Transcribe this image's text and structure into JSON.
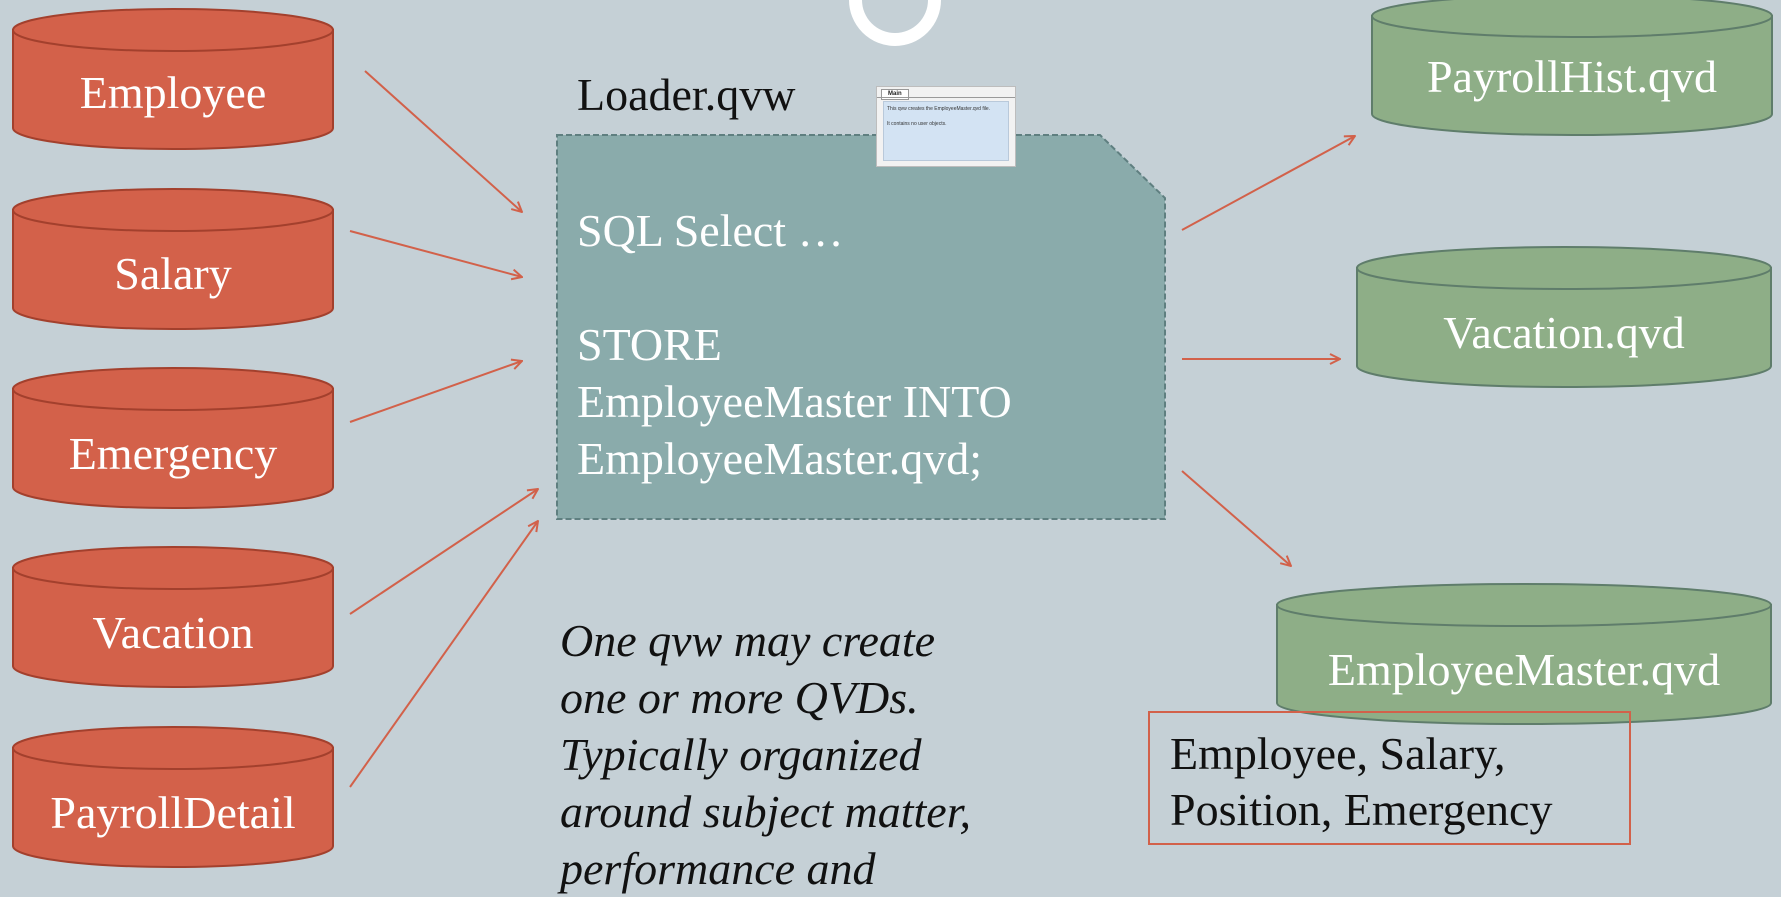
{
  "colors": {
    "background": "#c5d0d6",
    "source_fill": "#d3614a",
    "source_stroke": "#a3402d",
    "qvd_fill": "#8eae87",
    "qvd_stroke": "#5f7d6b",
    "loader_fill": "#8aabab",
    "arrow": "#d2614a"
  },
  "sources": [
    {
      "label": "Employee"
    },
    {
      "label": "Salary"
    },
    {
      "label": "Emergency"
    },
    {
      "label": "Vacation"
    },
    {
      "label": "PayrollDetail"
    }
  ],
  "loader": {
    "title": "Loader.qvw",
    "line1": "SQL  Select …",
    "line2": "STORE",
    "line3": "EmployeeMaster INTO",
    "line4": "EmployeeMaster.qvd;"
  },
  "mini_window": {
    "tab": "Main",
    "text1": "This qvw creates the EmployeeMaster.qvd file.",
    "text2": "It contains no user objects."
  },
  "outputs": [
    {
      "label": "PayrollHist.qvd"
    },
    {
      "label": "Vacation.qvd"
    },
    {
      "label": "EmployeeMaster.qvd"
    }
  ],
  "fields_box": {
    "line1": "Employee, Salary,",
    "line2": "Position, Emergency"
  },
  "note": {
    "line1": "One qvw may create",
    "line2": "one or more QVDs.",
    "line3": "Typically organized",
    "line4": "around subject matter,",
    "line5": "performance and"
  }
}
